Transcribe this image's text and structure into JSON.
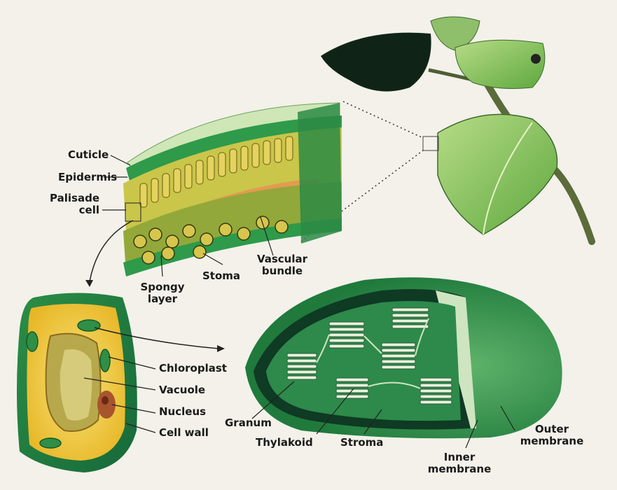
{
  "labels": {
    "cuticle": "Cuticle",
    "epidermis": "Epidermis",
    "palisade_1": "Palisade",
    "palisade_2": "cell",
    "spongy_1": "Spongy",
    "spongy_2": "layer",
    "stoma": "Stoma",
    "vascular_1": "Vascular",
    "vascular_2": "bundle",
    "chloroplast": "Chloroplast",
    "vacuole": "Vacuole",
    "nucleus": "Nucleus",
    "cell_wall": "Cell wall",
    "granum": "Granum",
    "thylakoid": "Thylakoid",
    "stroma": "Stroma",
    "inner_1": "Inner",
    "inner_2": "membrane",
    "outer_1": "Outer",
    "outer_2": "membrane"
  },
  "colors": {
    "background": "#f3f1ea",
    "leaf_green": "#7fc25a",
    "dark_green": "#1f7a3c",
    "palisade": "#c9c64a",
    "vascular": "#e49a52",
    "cytoplasm": "#f2cf3a",
    "label_text": "#1a1a1a"
  }
}
